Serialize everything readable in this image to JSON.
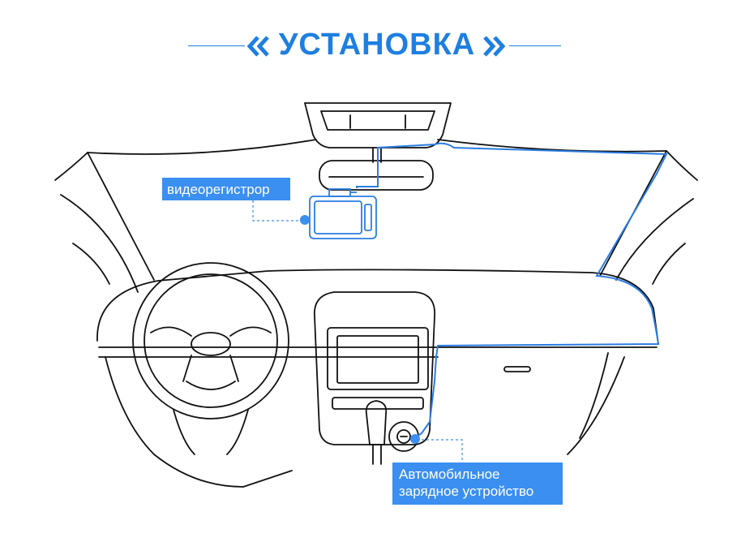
{
  "title": "УСТАНОВКА",
  "labels": {
    "dashcam": "видеорегистрор",
    "charger_line1": "Автомобильное",
    "charger_line2": "зарядное устройство"
  },
  "colors": {
    "accent": "#1e7fe0",
    "label_bg": "#3a8ff0",
    "cable": "#2a7de1",
    "outline": "#111111"
  },
  "icons": {
    "title_left": "double-chevron-left-icon",
    "title_right": "double-chevron-right-icon"
  }
}
